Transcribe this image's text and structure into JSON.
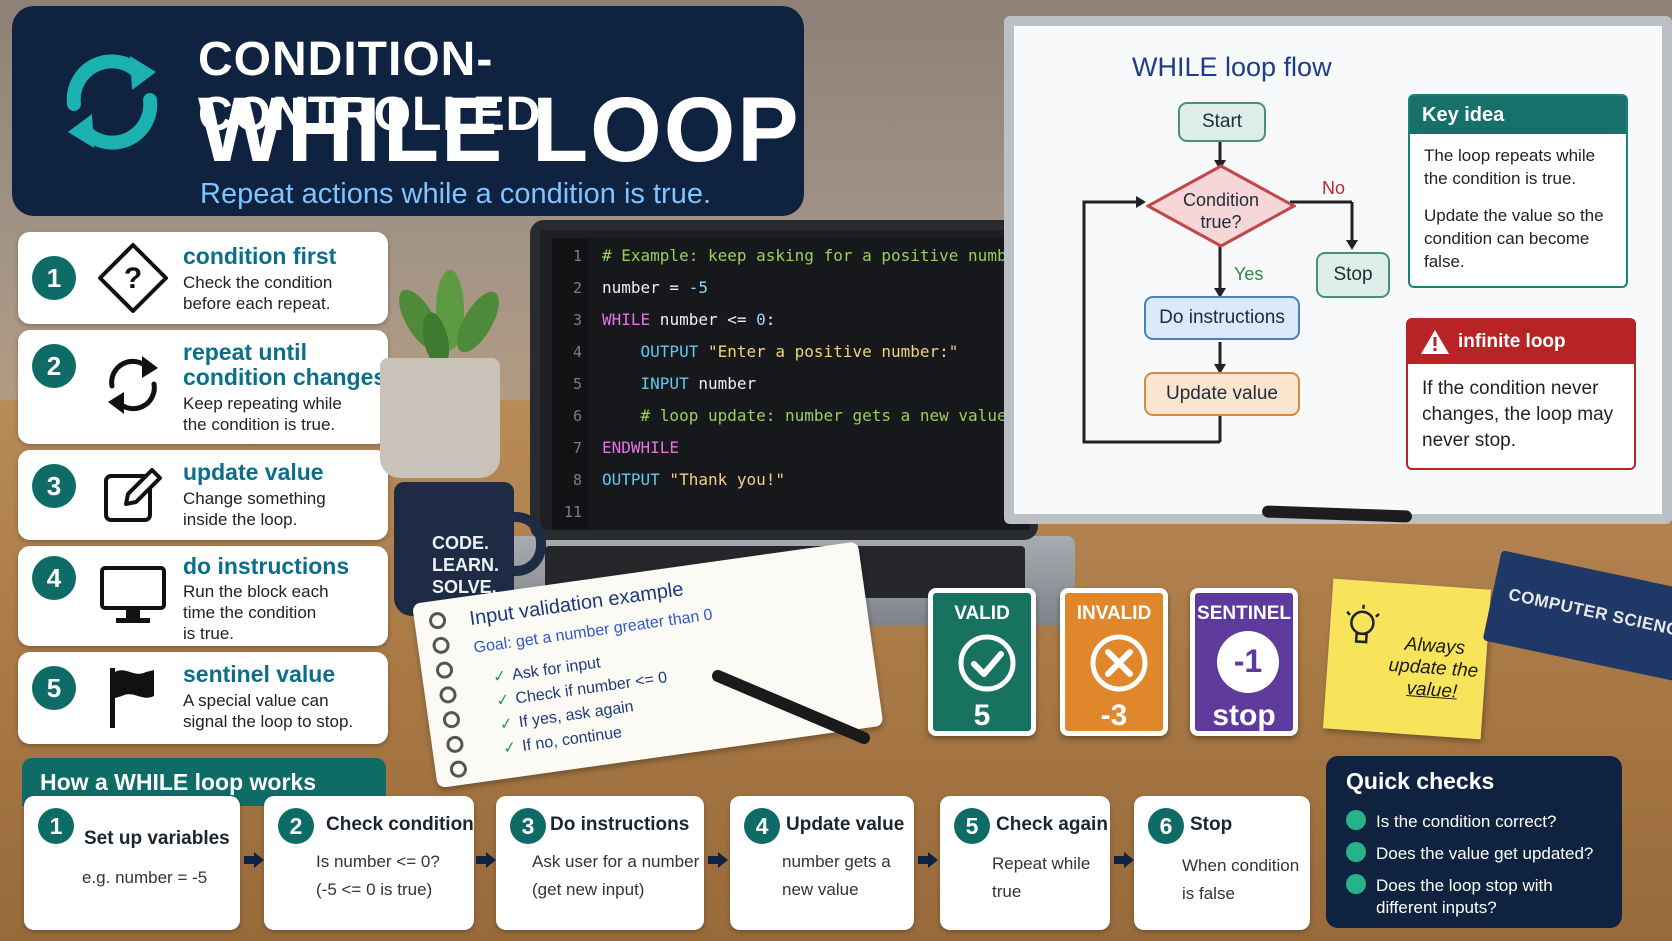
{
  "title": {
    "line1": "CONDITION-CONTROLLED",
    "line2": "WHILE LOOP",
    "subtitle": "Repeat actions while a condition is true."
  },
  "cards": [
    {
      "num": "1",
      "title": "condition first",
      "desc": [
        "Check the condition",
        "before each repeat."
      ],
      "icon": "question-diamond-icon"
    },
    {
      "num": "2",
      "title": "repeat until",
      "title2": "condition changes",
      "desc": [
        "Keep repeating while",
        "the condition is true."
      ],
      "icon": "repeat-arrows-icon"
    },
    {
      "num": "3",
      "title": "update value",
      "desc": [
        "Change something",
        "inside the loop."
      ],
      "icon": "edit-pencil-icon"
    },
    {
      "num": "4",
      "title": "do instructions",
      "desc": [
        "Run the block each",
        "time the condition",
        "is true."
      ],
      "icon": "monitor-icon"
    },
    {
      "num": "5",
      "title": "sentinel value",
      "desc": [
        "A special value can",
        "signal the loop to stop."
      ],
      "icon": "flag-icon"
    }
  ],
  "code": {
    "lines": [
      {
        "ln": "1",
        "parts": [
          {
            "t": "# Example: keep asking for a positive number",
            "c": "cm"
          }
        ]
      },
      {
        "ln": "2",
        "parts": [
          {
            "t": "number = ",
            "c": "id"
          },
          {
            "t": "-5",
            "c": "num"
          }
        ]
      },
      {
        "ln": "3",
        "parts": [
          {
            "t": "WHILE",
            "c": "kw"
          },
          {
            "t": " number <= ",
            "c": "id"
          },
          {
            "t": "0",
            "c": "num"
          },
          {
            "t": ":",
            "c": "id"
          }
        ]
      },
      {
        "ln": "4",
        "parts": [
          {
            "t": "    OUTPUT",
            "c": "out"
          },
          {
            "t": " \"Enter a positive number:\"",
            "c": "str"
          }
        ]
      },
      {
        "ln": "5",
        "parts": [
          {
            "t": "    INPUT",
            "c": "out"
          },
          {
            "t": " number",
            "c": "id"
          }
        ]
      },
      {
        "ln": "6",
        "parts": [
          {
            "t": "    # loop update: number gets a new value",
            "c": "cm"
          }
        ]
      },
      {
        "ln": "7",
        "parts": [
          {
            "t": "ENDWHILE",
            "c": "kw"
          }
        ]
      },
      {
        "ln": "8",
        "parts": [
          {
            "t": "OUTPUT",
            "c": "out"
          },
          {
            "t": " \"Thank you!\"",
            "c": "str"
          }
        ]
      },
      {
        "ln": "11",
        "parts": []
      }
    ]
  },
  "mug_text": [
    "CODE.",
    "LEARN.",
    "SOLVE."
  ],
  "notebook": {
    "title": "Input validation example",
    "goal": "Goal: get a number greater than 0",
    "items": [
      "Ask for input",
      "Check if number <= 0",
      "If yes, ask again",
      "If no, continue"
    ]
  },
  "whiteboard": {
    "title": "WHILE loop flow",
    "start": "Start",
    "condition": [
      "Condition",
      "true?"
    ],
    "no_label": "No",
    "yes_label": "Yes",
    "stop": "Stop",
    "do": "Do instructions",
    "update": "Update value",
    "key_idea": {
      "title": "Key idea",
      "p1": "The loop repeats while the condition is true.",
      "p2": "Update the value so the condition can become false."
    },
    "warning": {
      "title": "infinite loop warning",
      "text": "If the condition never changes, the loop may never stop."
    }
  },
  "value_cards": [
    {
      "label": "VALID",
      "value": "5",
      "color": "#17735f"
    },
    {
      "label": "INVALID",
      "value": "-3",
      "color": "#e0862b"
    },
    {
      "label": "SENTINEL",
      "value": "stop",
      "inner": "-1",
      "color": "#5d3a9c"
    }
  ],
  "sticky": [
    "Always",
    "update the",
    "value!"
  ],
  "book": "COMPUTER SCIENCE",
  "how": {
    "title": "How a WHILE loop works",
    "steps": [
      {
        "num": "1",
        "title": "Set up variables",
        "lines": [
          "e.g. number = -5"
        ]
      },
      {
        "num": "2",
        "title": "Check condition",
        "lines": [
          "Is number <= 0?",
          "(-5 <= 0 is true)"
        ]
      },
      {
        "num": "3",
        "title": "Do instructions",
        "lines": [
          "Ask user for a number",
          "(get new input)"
        ]
      },
      {
        "num": "4",
        "title": "Update value",
        "lines": [
          "number gets a",
          "new value"
        ]
      },
      {
        "num": "5",
        "title": "Check again",
        "lines": [
          "Repeat while",
          "true"
        ]
      },
      {
        "num": "6",
        "title": "Stop",
        "lines": [
          "When condition",
          "is false"
        ]
      }
    ]
  },
  "quick_checks": {
    "title": "Quick checks",
    "items": [
      "Is the condition correct?",
      "Does the value get updated?",
      "Does the loop stop with different inputs?"
    ]
  },
  "colors": {
    "navy": "#0f2340",
    "teal": "#0e6b66",
    "accent_blue": "#7fc3ff",
    "warning_red": "#b82426"
  }
}
